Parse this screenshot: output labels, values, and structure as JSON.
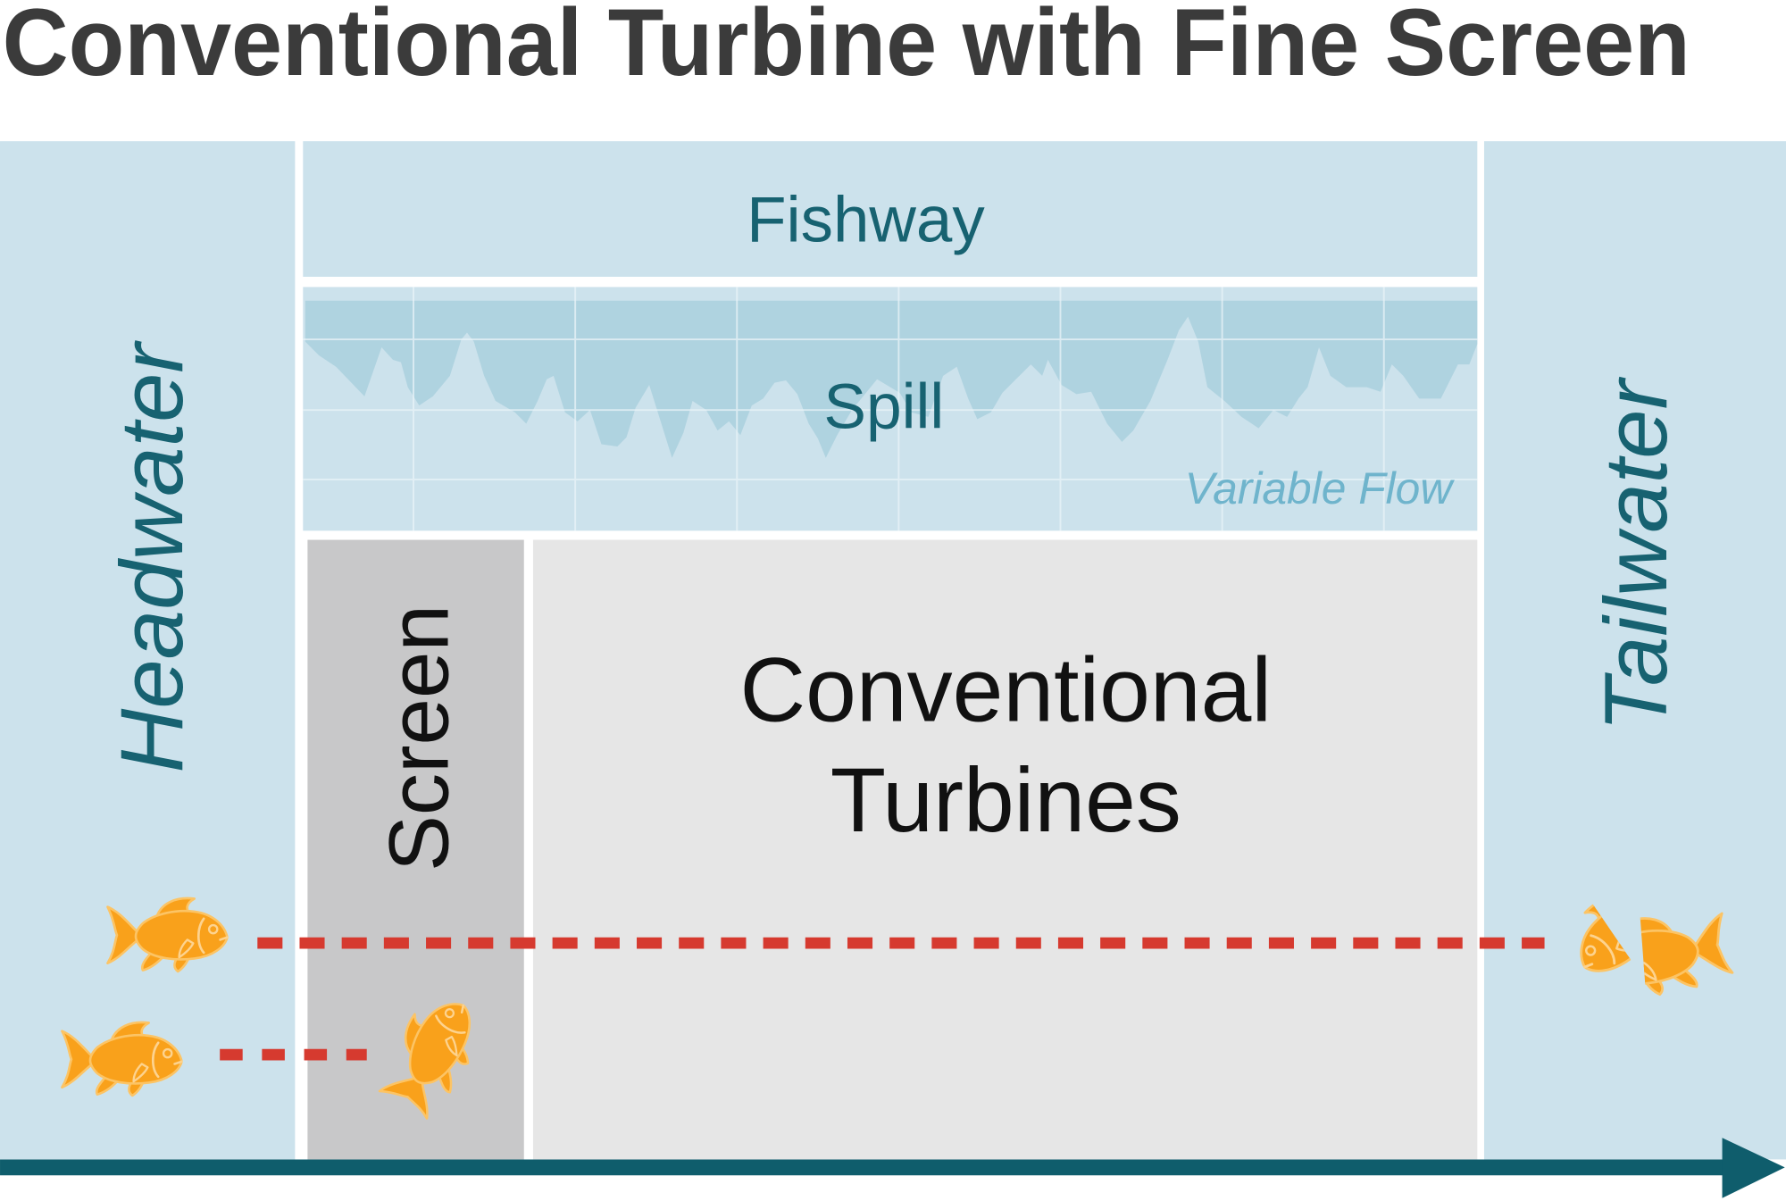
{
  "title": "Conventional Turbine with Fine Screen",
  "zones": {
    "headwater": {
      "label": "Headwater"
    },
    "fishway": {
      "label": "Fishway"
    },
    "spill": {
      "label": "Spill",
      "note": "Variable Flow"
    },
    "screen": {
      "label": "Screen"
    },
    "turbines": {
      "label_lines": [
        "Conventional",
        "Turbines"
      ]
    },
    "tailwater": {
      "label": "Tailwater"
    }
  },
  "icons": {
    "fish": "fish-icon",
    "injured_fish": "cut-fish-icon",
    "flow_direction": "arrow-right-icon"
  },
  "colors": {
    "water": "#cce2ec",
    "spill_flow": "#afd3e0",
    "screen": "#c8c8c9",
    "turbines": "#e6e6e6",
    "zone_label": "#176271",
    "fish": "#f9a11b",
    "fish_route": "#d63a2f",
    "flow_arrow": "#0f5d6c"
  }
}
